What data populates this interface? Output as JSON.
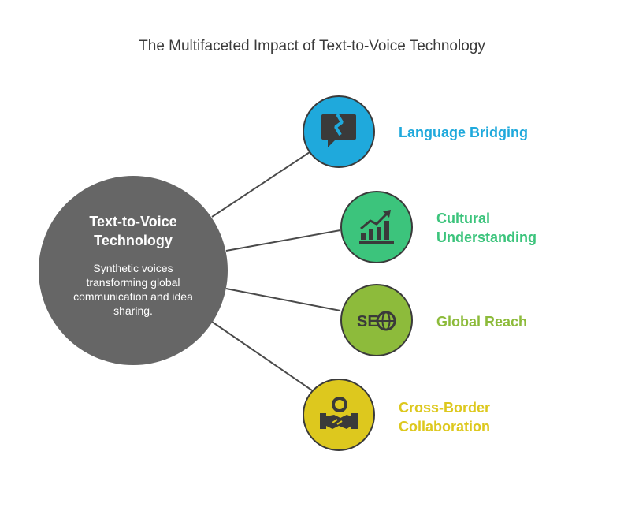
{
  "title": "The Multifaceted Impact of Text-to-Voice Technology",
  "hub": {
    "title": "Text-to-Voice Technology",
    "description": "Synthetic voices transforming global communication and idea sharing.",
    "color": "#666666"
  },
  "nodes": [
    {
      "label": "Language Bridging",
      "color": "#1FA9DC",
      "icon": "broken-speech-bubble-icon"
    },
    {
      "label": "Cultural Understanding",
      "color": "#3CC47C",
      "icon": "growth-chart-icon"
    },
    {
      "label": "Global Reach",
      "color": "#8DBB3B",
      "icon": "seo-globe-icon"
    },
    {
      "label": "Cross-Border Collaboration",
      "color": "#DDC81E",
      "icon": "handshake-icon"
    }
  ]
}
